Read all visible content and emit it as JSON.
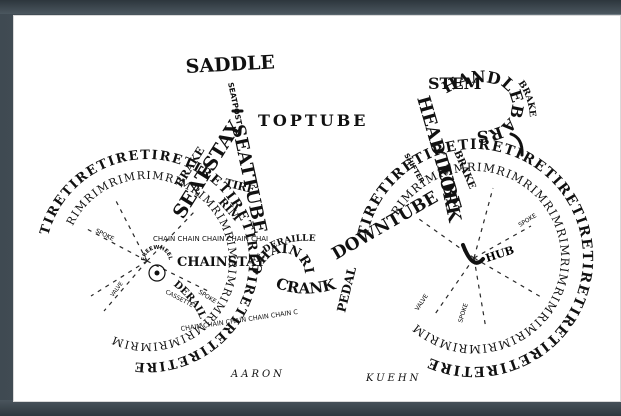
{
  "labels": {
    "saddle": "SADDLE",
    "seatpost": "SEATPOST",
    "toptube": "TOPTUBE",
    "seatstay": "SEATSTAY",
    "seattube": "SEATTUBE",
    "brake_left": "BRAKE",
    "tire_left_word": "TIRE",
    "rim_left_word": "RIM",
    "chainstay": "CHAINSTAY",
    "derailleur_front": "DERAILLEUR",
    "derailleur_rear": "DERAILLEUR",
    "freewheel": "FREEWHEEL",
    "cassette": "CASSETTE",
    "chainring": "CHAINRING",
    "crank": "CRANK",
    "pedal": "PEDAL",
    "downtube": "DOWNTUBE",
    "headtube": "HEADTUBE",
    "stem": "STEM",
    "handlebars": "HANDLEBARS",
    "brake_lever": "BRAKE LEVER",
    "shifter": "SHIFTER",
    "fork": "FORK",
    "brake_right": "BRAKE",
    "hub": "HUB",
    "valve": "VALVE",
    "spoke": "SPOKE",
    "chain": "CHAIN"
  },
  "texts": {
    "tire_left_arc": "TIRETIRETIRETIRETIRETIRETIRETIRETIRETIRETIRE",
    "rim_left_arc": "RIMRIMRIMRIMRIMRIMRIMRIMRIMRIMRIMRIMRIMRIM",
    "tire_right_arc": "TIRETIRETIRETIRETIRETIRETIRETIRETIRETIRETIRETIRE",
    "rim_right_arc": "RIMRIMRIMRIMRIMRIMRIMRIMRIMRIMRIMRIMRIMRIMRIM",
    "chain_top": "CHAIN CHAIN CHAIN CHAIN CHAIN CHAIN",
    "chain_bottom": "CHAIN CHAIN CHAIN CHAIN CHAIN CHAIN CHAIN CHAIN CHAIN CHAIN"
  },
  "credit": {
    "first": "AARON",
    "last": "KUEHN"
  },
  "colors": {
    "ink": "#111111",
    "paper": "#ffffff",
    "background": "#56626a"
  }
}
